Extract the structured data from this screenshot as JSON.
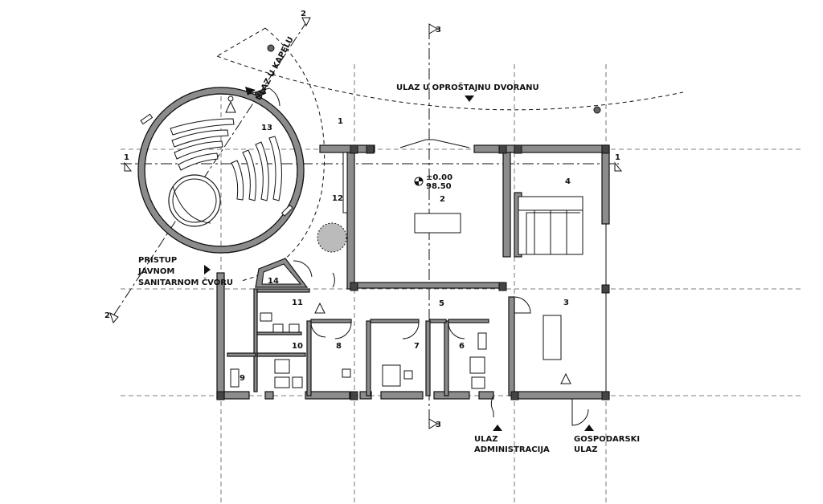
{
  "labels": {
    "ulaz_kapela": "ULAZ U KAPELU",
    "ulaz_dvorana": "ULAZ U OPROŠTAJNU DVORANU",
    "pristup_1": "PRISTUP",
    "pristup_2": "JAVNOM",
    "pristup_3": "SANITARNOM ČVORU",
    "admin_1": "ULAZ",
    "admin_2": "ADMINISTRACIJA",
    "gosp_1": "GOSPODARSKI",
    "gosp_2": "ULAZ"
  },
  "level": {
    "value": "±0.00",
    "abs": "98.50"
  },
  "rooms": {
    "r1": "1",
    "r2": "2",
    "r3": "3",
    "r4": "4",
    "r5": "5",
    "r6": "6",
    "r7": "7",
    "r8": "8",
    "r9": "9",
    "r10": "10",
    "r11": "11",
    "r12": "12",
    "r13": "13",
    "r14": "14"
  },
  "sections": {
    "s1_left": "1",
    "s1_right": "1",
    "s2": "2",
    "s3_top": "3",
    "s3_bottom": "3"
  }
}
